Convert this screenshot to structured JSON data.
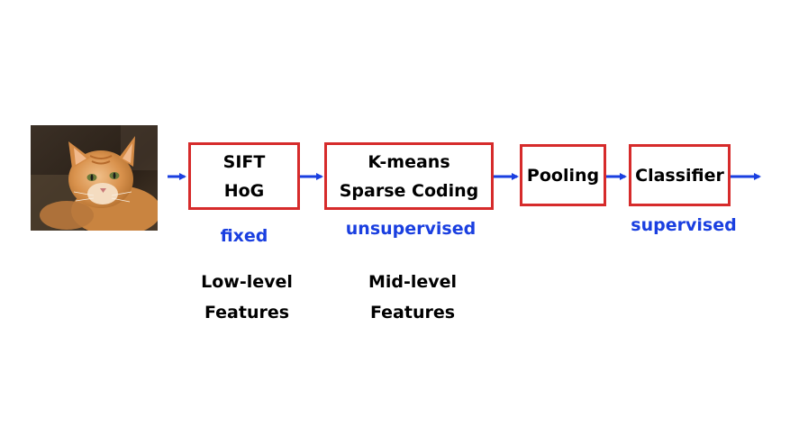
{
  "image": {
    "icon": "cat-photo",
    "colors": {
      "background": "#2d2419",
      "fur": "#d99a55",
      "accent": "#ebc08a"
    }
  },
  "stages": [
    {
      "id": "sift",
      "lines": [
        "SIFT",
        "HoG"
      ]
    },
    {
      "id": "kmeans",
      "lines": [
        "K-means",
        "Sparse Coding"
      ]
    },
    {
      "id": "pooling",
      "lines": [
        "Pooling"
      ]
    },
    {
      "id": "classifier",
      "lines": [
        "Classifier"
      ]
    }
  ],
  "annotations": {
    "fixed": "fixed",
    "unsupervised": "unsupervised",
    "supervised": "supervised"
  },
  "levels": {
    "low": [
      "Low-level",
      "Features"
    ],
    "mid": [
      "Mid-level",
      "Features"
    ]
  },
  "colors": {
    "box_border": "#d62b2b",
    "arrow": "#1a3fe0",
    "annotation_text": "#1a3fe0",
    "text": "#000000"
  }
}
